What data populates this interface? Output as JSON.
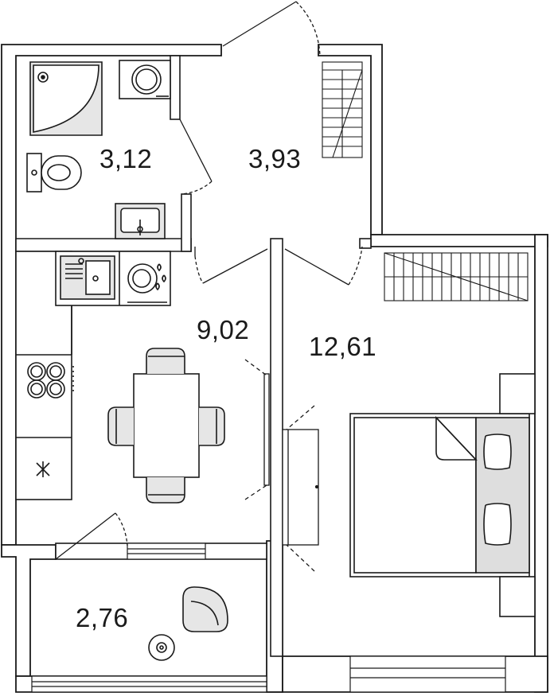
{
  "rooms": {
    "bathroom": {
      "area": "3,12"
    },
    "hallway": {
      "area": "3,93"
    },
    "kitchen": {
      "area": "9,02"
    },
    "bedroom": {
      "area": "12,61"
    },
    "balcony": {
      "area": "2,76"
    }
  },
  "colors": {
    "wall": "#ffffff",
    "line": "#1a1a1a",
    "fixture_fill": "#e6e6e6",
    "bed_fill": "#dedede"
  }
}
